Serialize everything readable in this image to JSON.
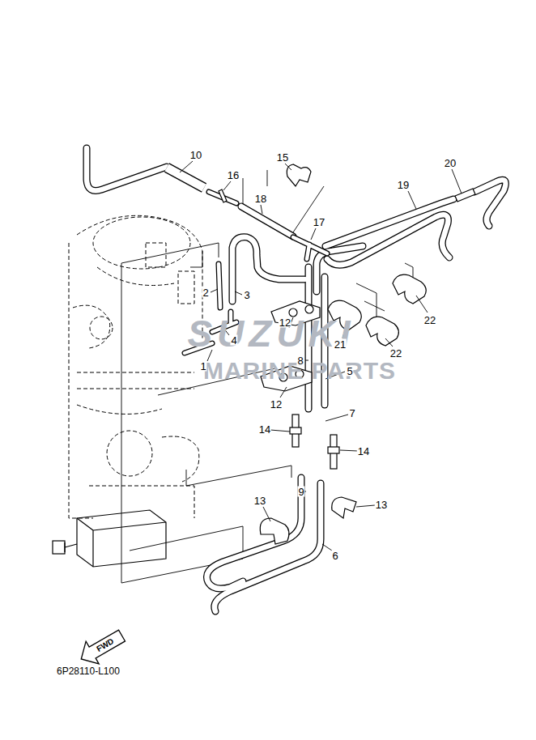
{
  "diagram": {
    "caption": "6P28110-L100",
    "labels": [
      "10",
      "15",
      "20",
      "16",
      "19",
      "18",
      "17",
      "2",
      "3",
      "22",
      "12",
      "SUZUKI",
      "4",
      "21",
      "22",
      "8",
      "1",
      "MARINE PARTS",
      "5",
      "12",
      "7",
      "14",
      "14",
      "9",
      "13",
      "13",
      "6",
      "FWD"
    ]
  }
}
